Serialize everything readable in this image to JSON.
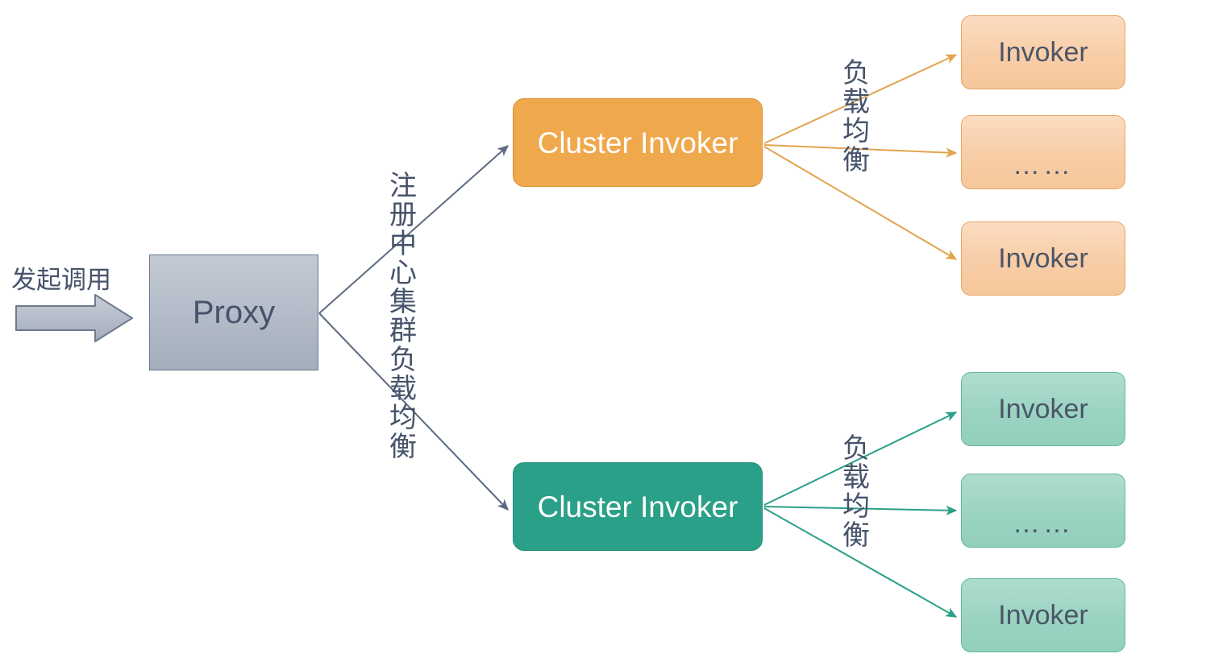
{
  "diagram": {
    "title": "Dubbo cluster invoker load balancing diagram",
    "background": "#ffffff",
    "colors": {
      "proxy_fill": "#b4bcc9",
      "proxy_stroke": "#6c7a8c",
      "cluster_orange": "#efa84c",
      "cluster_green": "#2ba088",
      "invoker_orange": "#f8cda6",
      "invoker_green": "#9bd3c2",
      "arrow_gray": "#5c6b80",
      "arrow_orange": "#e2a44e",
      "arrow_green": "#2ba088",
      "text_dark": "#46536b",
      "text_light": "#ffffff"
    }
  },
  "entry": {
    "caption": "发起调用",
    "arrow_icon": "block-arrow-right-icon"
  },
  "proxy": {
    "label": "Proxy"
  },
  "edge_labels": {
    "registry": "注册中心集群负载均衡",
    "load_balance_top": "负载均衡",
    "load_balance_bottom": "负载均衡"
  },
  "clusters": [
    {
      "id": "cluster-orange",
      "label": "Cluster Invoker",
      "color": "#efa84c",
      "invokers": [
        {
          "label": "Invoker",
          "kind": "invoker"
        },
        {
          "label": "……",
          "kind": "ellipsis"
        },
        {
          "label": "Invoker",
          "kind": "invoker"
        }
      ]
    },
    {
      "id": "cluster-green",
      "label": "Cluster Invoker",
      "color": "#2ba088",
      "invokers": [
        {
          "label": "Invoker",
          "kind": "invoker"
        },
        {
          "label": "……",
          "kind": "ellipsis"
        },
        {
          "label": "Invoker",
          "kind": "invoker"
        }
      ]
    }
  ]
}
